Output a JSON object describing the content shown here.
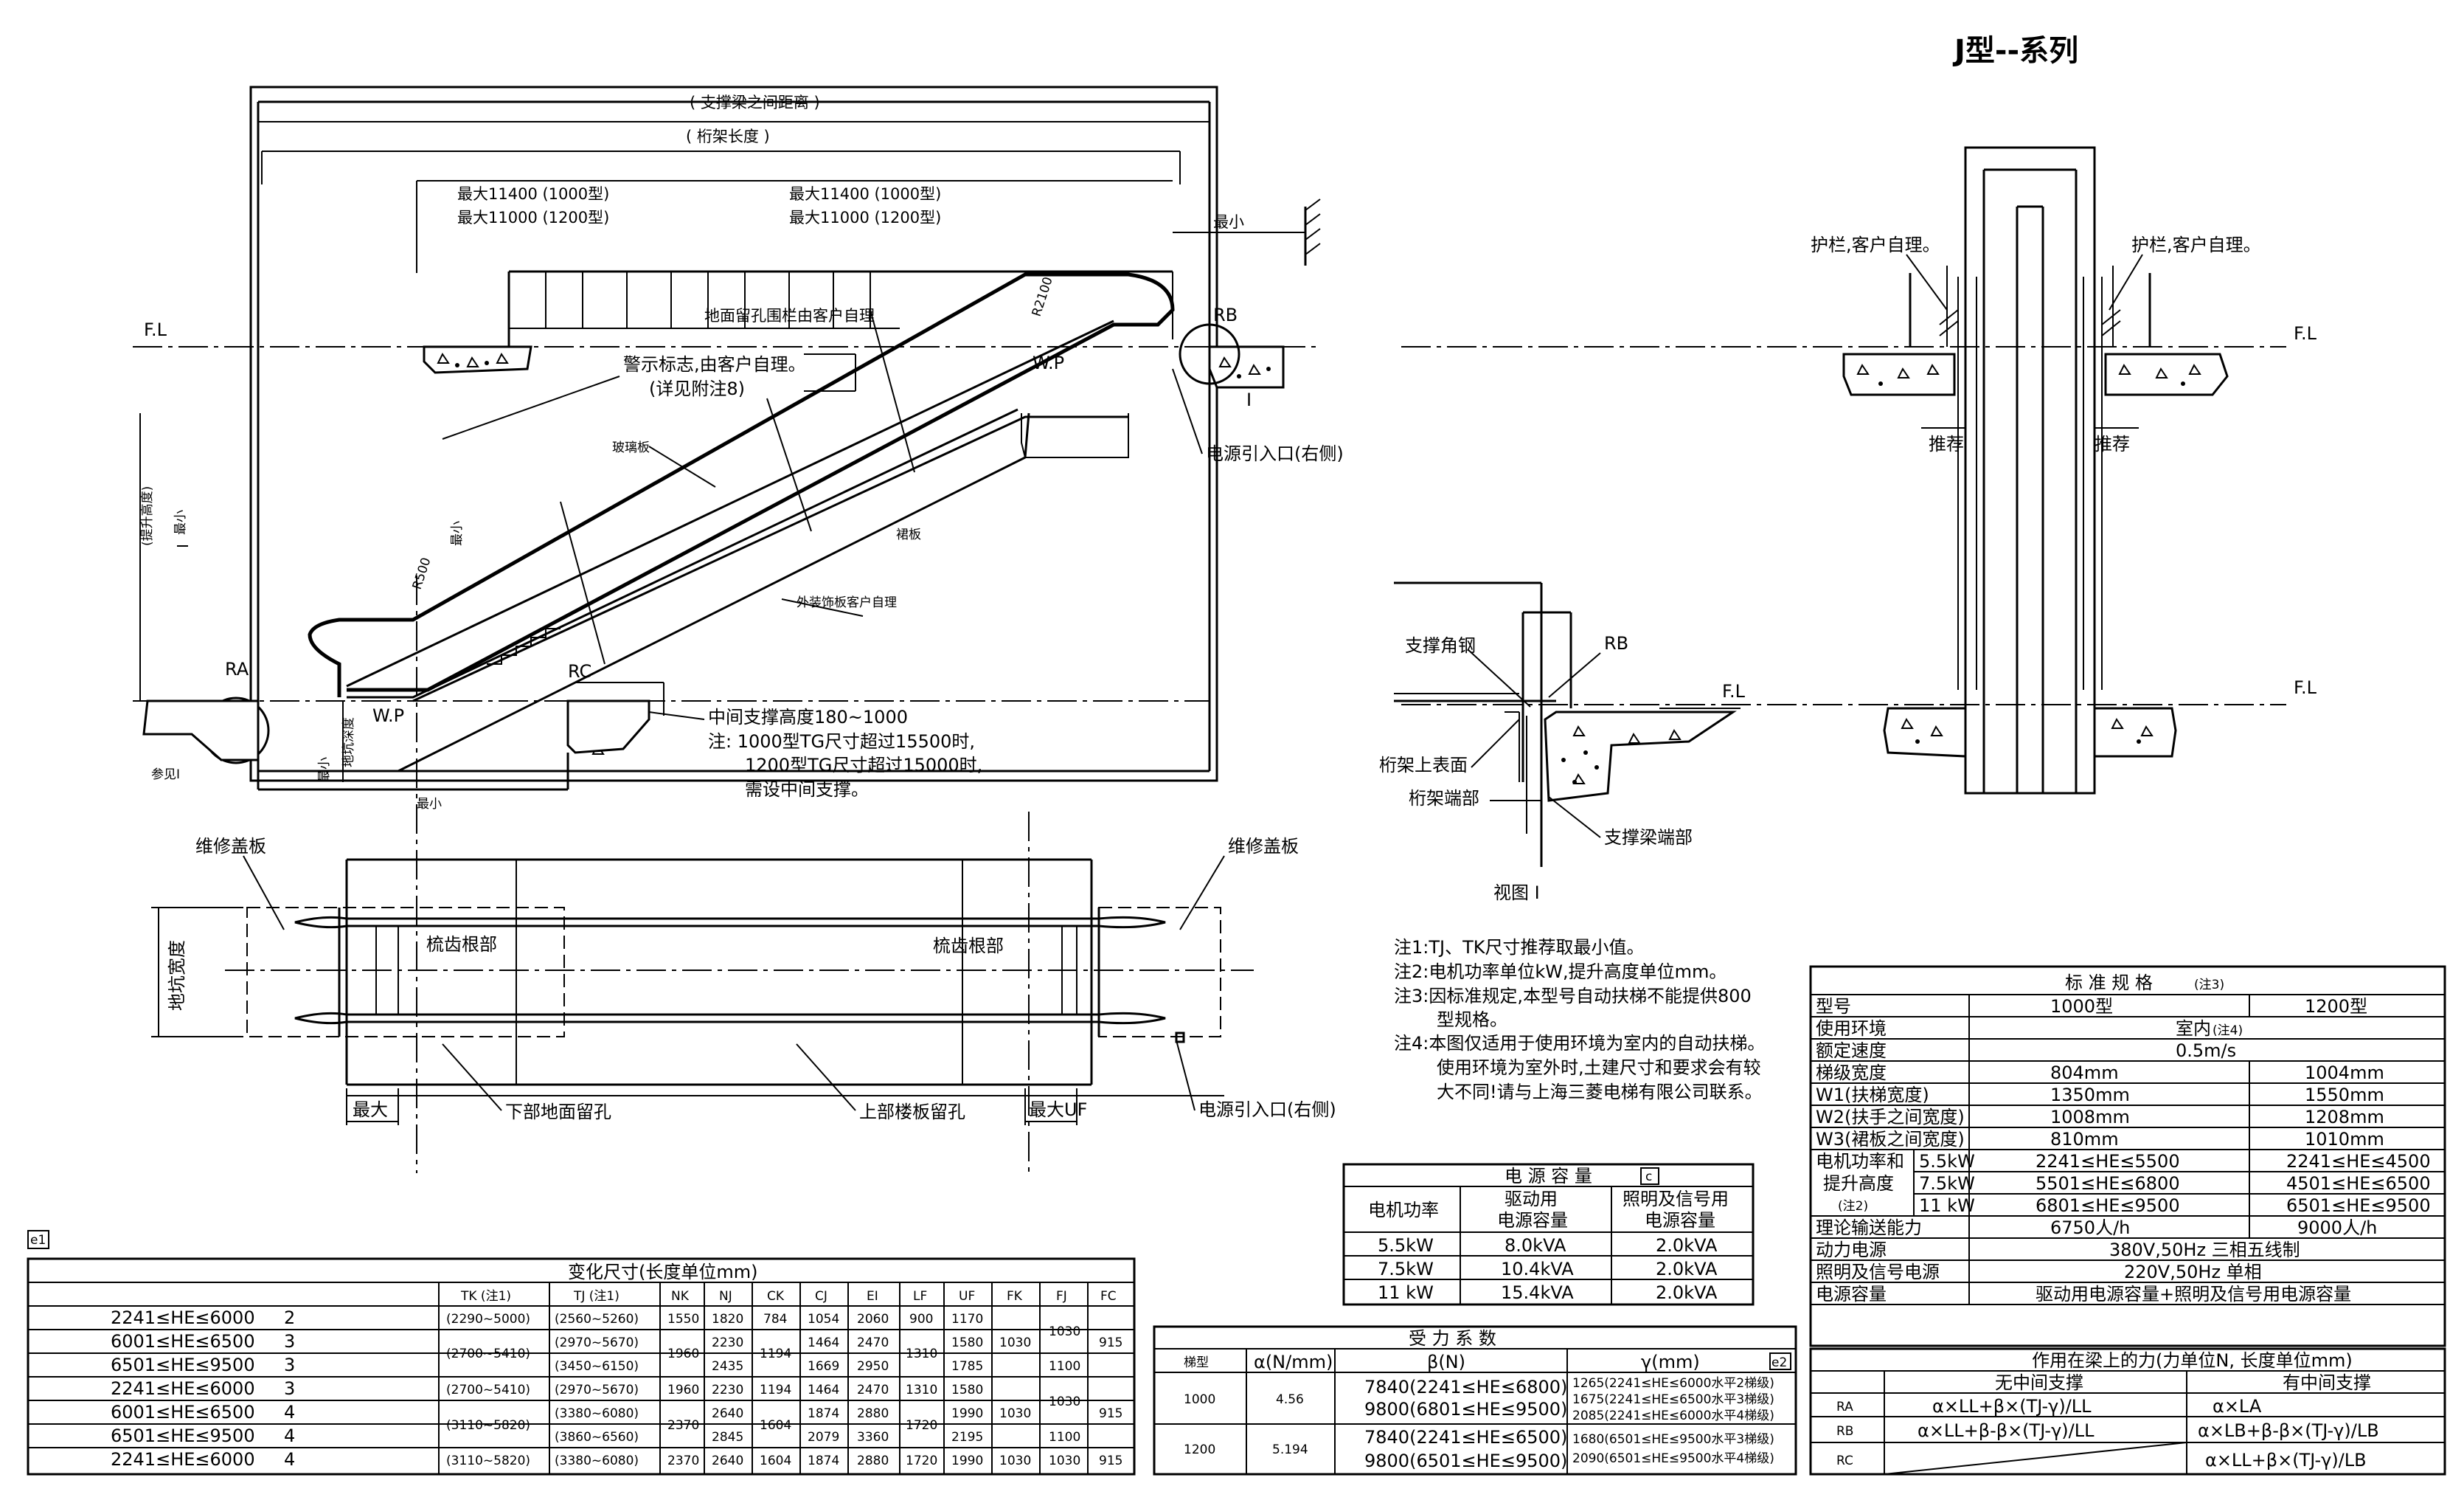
{
  "title": "J型--系列",
  "side_view": {
    "span_between_beams": "( 支撑梁之间距离   )",
    "truss_length": "( 桁架长度   )",
    "max_1000_a": "最大11400 (1000型)",
    "max_1200_a": "最大11000 (1200型)",
    "max_1000_b": "最大11400 (1000型)",
    "max_1200_b": "最大11000 (1200型)",
    "min_top": "最小",
    "floor_label_left": "F.L",
    "railing_note": "地面留孔围栏由客户自理",
    "warning_note_1": "警示标志,由客户自理。",
    "warning_note_2": "(详见附注8)",
    "r2100": "R2100",
    "wp_top": "W.P",
    "rb": "RB",
    "roman_one": "I",
    "power_entry_top": "电源引入口(右侧)",
    "glass_panel": "玻璃板",
    "skirt": "裙板",
    "outer_cladding": "外装饰板客户自理",
    "lift_height": "(提升高度)",
    "r500": "R500",
    "ra": "RA",
    "rc": "RC",
    "wp_bottom": "W.P",
    "pit_depth": "地坑深度",
    "min_pit": "最小",
    "min_bottom": "最小",
    "ref_one": "参见I",
    "mid_support_1": "中间支撑高度180~1000",
    "mid_support_2": "注: 1000型TG尺寸超过15500时,",
    "mid_support_3": "1200型TG尺寸超过15000时,",
    "mid_support_4": "需设中间支撑。",
    "min_small": "最小",
    "min_left": "最小"
  },
  "plan_view": {
    "maint_cover_left": "维修盖板",
    "maint_cover_right": "维修盖板",
    "comb_root_left": "梳齿根部",
    "comb_root_right": "梳齿根部",
    "pit_width": "地坑宽度",
    "max_left": "最大",
    "lower_opening": "下部地面留孔",
    "upper_opening": "上部楼板留孔",
    "max_uf": "最大UF",
    "power_entry_bottom": "电源引入口(右侧)"
  },
  "detail_view": {
    "support_angle": "支撑角钢",
    "rb": "RB",
    "fl": "F.L",
    "truss_top": "桁架上表面",
    "truss_end": "桁架端部",
    "beam_end": "支撑梁端部",
    "caption": "视图 I"
  },
  "section_view": {
    "railing_left": "护栏,客户自理。",
    "railing_right": "护栏,客户自理。",
    "fl_top": "F.L",
    "fl_bottom": "F.L",
    "rec_left": "推荐",
    "rec_right": "推荐"
  },
  "notes": [
    "注1:TJ、TK尺寸推荐取最小值。",
    "注2:电机功率单位kW,提升高度单位mm。",
    "注3:因标准规定,本型号自动扶梯不能提供800",
    "型规格。",
    "注4:本图仅适用于使用环境为室内的自动扶梯。",
    "使用环境为室外时,土建尺寸和要求会有较",
    "大不同!请与上海三菱电梯有限公司联系。"
  ],
  "spec_table": {
    "title": "标 准 规 格",
    "title_note": "(注3)",
    "header": [
      "型号",
      "1000型",
      "1200型"
    ],
    "env_label": "使用环境",
    "env_value": "室内",
    "env_note": "(注4)",
    "speed_label": "额定速度",
    "speed_value": "0.5m/s",
    "rows": [
      [
        "梯级宽度",
        "804mm",
        "1004mm"
      ],
      [
        "W1(扶梯宽度)",
        "1350mm",
        "1550mm"
      ],
      [
        "W2(扶手之间宽度)",
        "1008mm",
        "1208mm"
      ],
      [
        "W3(裙板之间宽度)",
        "810mm",
        "1010mm"
      ]
    ],
    "motor_label_1": "电机功率和",
    "motor_label_2": "提升高度",
    "motor_label_3": "(注2)",
    "motor_rows": [
      [
        "5.5kW",
        "2241≤HE≤5500",
        "2241≤HE≤4500"
      ],
      [
        "7.5kW",
        "5501≤HE≤6800",
        "4501≤HE≤6500"
      ],
      [
        "11 kW",
        "6801≤HE≤9500",
        "6501≤HE≤9500"
      ]
    ],
    "capacity_label": "理论输送能力",
    "capacity_1000": "6750人/h",
    "capacity_1200": "9000人/h",
    "power_label": "动力电源",
    "power_value": "380V,50Hz 三相五线制",
    "lighting_label": "照明及信号电源",
    "lighting_value": "220V,50Hz 单相",
    "capacity_power_label": "电源容量",
    "capacity_power_value": "驱动用电源容量+照明及信号用电源容量"
  },
  "power_table": {
    "title": "电 源 容 量",
    "tag": "c",
    "header": [
      "电机功率",
      "驱动用\n电源容量",
      "照明及信号用\n电源容量"
    ],
    "header_a": "电机功率",
    "header_b1": "驱动用",
    "header_b2": "电源容量",
    "header_c1": "照明及信号用",
    "header_c2": "电源容量",
    "rows": [
      [
        "5.5kW",
        "8.0kVA",
        "2.0kVA"
      ],
      [
        "7.5kW",
        "10.4kVA",
        "2.0kVA"
      ],
      [
        "11 kW",
        "15.4kVA",
        "2.0kVA"
      ]
    ]
  },
  "force_coef_table": {
    "title": "受 力 系 数",
    "tag": "e2",
    "header": [
      "梯型",
      "α(N/mm)",
      "β(N)",
      "γ(mm)"
    ],
    "rows": [
      {
        "model": "1000",
        "alpha": "4.56",
        "beta": [
          "7840(2241≤HE≤6800)",
          "9800(6801≤HE≤9500)"
        ],
        "gamma": [
          "1265(2241≤HE≤6000水平2梯级)",
          "1675(2241≤HE≤6500水平3梯级)",
          "2085(2241≤HE≤6000水平4梯级)"
        ]
      },
      {
        "model": "1200",
        "alpha": "5.194",
        "beta": [
          "7840(2241≤HE≤6500)",
          "9800(6501≤HE≤9500)"
        ],
        "gamma": [
          "1680(6501≤HE≤9500水平3梯级)",
          "2090(6501≤HE≤9500水平4梯级)"
        ]
      }
    ]
  },
  "beam_force_table": {
    "title": "作用在梁上的力(力单位N, 长度单位mm)",
    "header": [
      "",
      "无中间支撑",
      "有中间支撑"
    ],
    "rows": [
      [
        "RA",
        "α×LL+β×(TJ-γ)/LL",
        "α×LA"
      ],
      [
        "RB",
        "α×LL+β-β×(TJ-γ)/LL",
        "α×LB+β-β×(TJ-γ)/LB"
      ],
      [
        "RC",
        "",
        "α×LL+β×(TJ-γ)/LB"
      ]
    ]
  },
  "dims_table": {
    "tag": "e1",
    "title": "变化尺寸(长度单位mm)",
    "header": [
      "",
      "",
      "TK (注1)",
      "TJ (注1)",
      "NK",
      "NJ",
      "CK",
      "CJ",
      "EI",
      "LF",
      "UF",
      "FK",
      "FJ",
      "FC"
    ],
    "ranges": [
      "2241≤HE≤6000",
      "6001≤HE≤6500",
      "6501≤HE≤9500",
      "2241≤HE≤6000",
      "6001≤HE≤6500",
      "6501≤HE≤9500",
      "2241≤HE≤6000"
    ],
    "steps": [
      "2",
      "3",
      "3",
      "3",
      "4",
      "4",
      "4"
    ],
    "tk": [
      "(2290~5000)",
      "(2700~5410)",
      "(2700~5410)",
      "(3110~5820)",
      "(3110~5820)"
    ],
    "tj": [
      "(2560~5260)",
      "(2970~5670)",
      "(3450~6150)",
      "(2970~5670)",
      "(3380~6080)",
      "(3860~6560)",
      "(3380~6080)"
    ],
    "nk": [
      "1550",
      "1960",
      "1960",
      "2370",
      "2370"
    ],
    "nj": [
      "1820",
      "2230",
      "2435",
      "2230",
      "2640",
      "2845",
      "2640"
    ],
    "ck": [
      "784",
      "1194",
      "1194",
      "1604",
      "1604"
    ],
    "cj": [
      "1054",
      "1464",
      "1669",
      "1464",
      "1874",
      "2079",
      "1874"
    ],
    "ei": [
      "2060",
      "2470",
      "2950",
      "2470",
      "2880",
      "3360",
      "2880"
    ],
    "lf": [
      "900",
      "1310",
      "1310",
      "1720",
      "1720"
    ],
    "uf": [
      "1170",
      "1580",
      "1785",
      "1580",
      "1990",
      "2195",
      "1990"
    ],
    "fk": [
      "1030",
      "1030",
      "1030"
    ],
    "fj": [
      "1030",
      "1100",
      "1030",
      "1100",
      "1030"
    ],
    "fc": [
      "915",
      "915",
      "915"
    ]
  }
}
